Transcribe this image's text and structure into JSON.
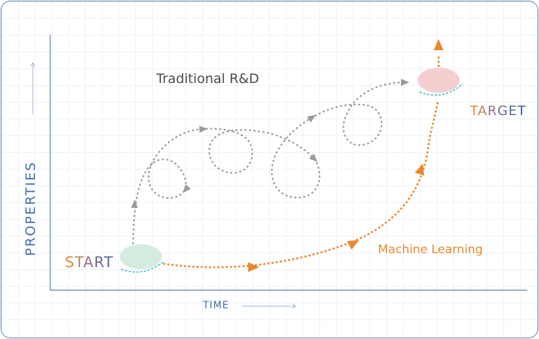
{
  "diagram": {
    "title": "Traditional R&D",
    "start_label": [
      "S",
      "T",
      "A",
      "R",
      "T"
    ],
    "target_label": [
      "T",
      "A",
      "R",
      "G",
      "E",
      "T"
    ],
    "ml_label": "Machine Learning",
    "x_axis_label": "TIME",
    "y_axis_label": "PROPERTIES"
  },
  "colors": {
    "traditional_path": "#9a9a9a",
    "ml_path": "#e8892e",
    "axis": "#5d7fb0",
    "start_node": "#d4ece0",
    "target_node": "#f5cfd0",
    "node_underline": "#2fb7c9"
  }
}
